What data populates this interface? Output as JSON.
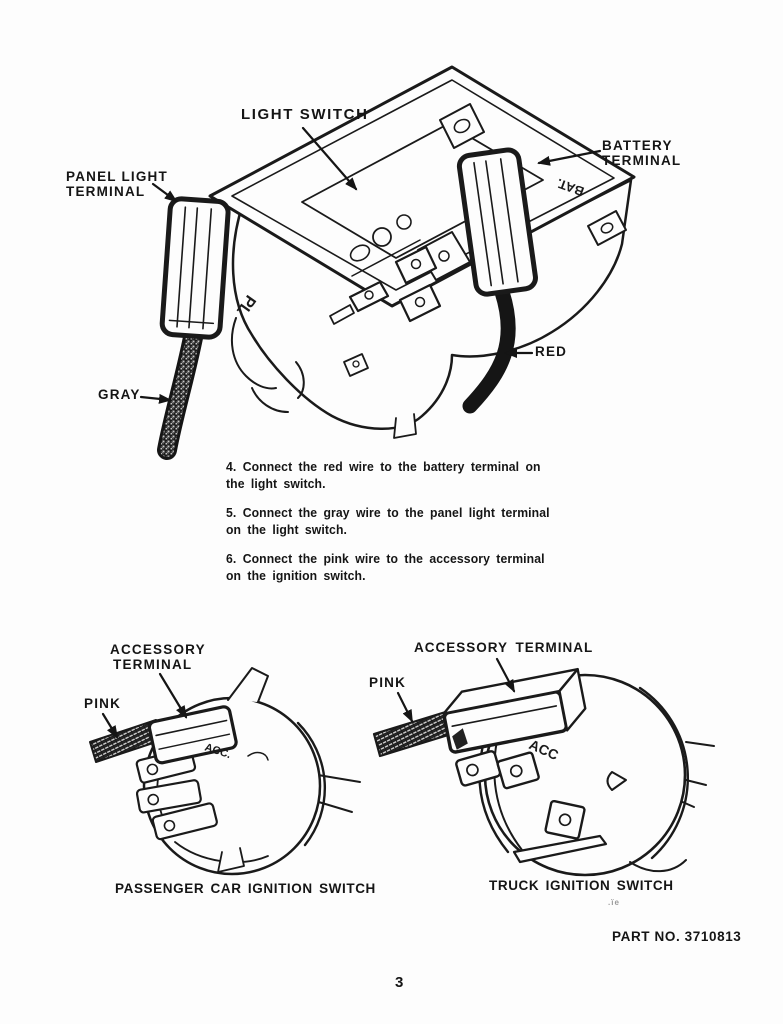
{
  "top_diagram": {
    "light_switch": "LIGHT SWITCH",
    "panel_light_line1": "PANEL LIGHT",
    "panel_light_line2": "TERMINAL",
    "battery_line1": "BATTERY",
    "battery_line2": "TERMINAL",
    "gray": "GRAY",
    "red": "RED",
    "pl_marking": "PL",
    "bat_marking": "BAT."
  },
  "instructions": {
    "step4_line1": "4. Connect the red wire to the battery terminal on",
    "step4_line2": "the light switch.",
    "step5_line1": "5. Connect the gray wire to the panel light terminal",
    "step5_line2": "on the light switch.",
    "step6_line1": "6. Connect the pink wire to the accessory terminal",
    "step6_line2": "on the ignition switch."
  },
  "car_switch": {
    "accessory_line1": "ACCESSORY",
    "accessory_line2": "TERMINAL",
    "pink": "PINK",
    "acc_marking": "ACC.",
    "caption": "PASSENGER CAR IGNITION SWITCH"
  },
  "truck_switch": {
    "accessory": "ACCESSORY TERMINAL",
    "pink": "PINK",
    "acc_marking": "ACC",
    "caption": "TRUCK IGNITION SWITCH",
    "print_artifact": ".ïe"
  },
  "footer": {
    "part_no": "PART NO. 3710813",
    "page_number": "3"
  }
}
